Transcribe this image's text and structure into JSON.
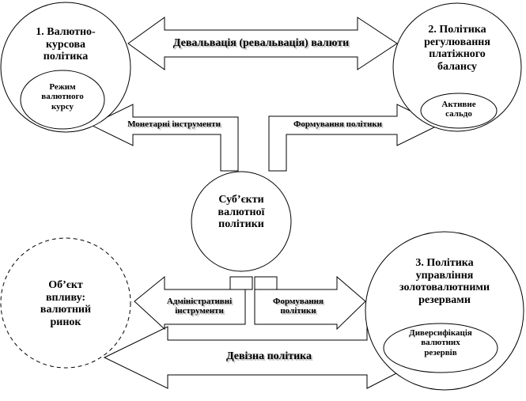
{
  "diagram": {
    "circles": {
      "exchange_rate_policy": {
        "title": "1. Валютно-\nкурсова\nполітика",
        "inner": "Режим\nвалютного\nкурсу"
      },
      "balance_of_payments_policy": {
        "title": "2. Політика\nрегулювання\nплатіжного\nбалансу",
        "inner": "Активне\nсальдо"
      },
      "subjects": {
        "title": "Суб’єкти\nвалютної\nполітики"
      },
      "object_of_influence": {
        "title": "Об’єкт\nвпливу:\nвалютний\nринок"
      },
      "reserves_policy": {
        "title": "3. Політика\nуправління\nзолотовалютними\nрезервами",
        "inner": "Диверсифікація\nвалютних\nрезервів"
      }
    },
    "arrows": {
      "devaluation": "Девальвація (ревальвація) валюти",
      "monetary_tools": "Монетарні інструменти",
      "policy_formulation_top": "Формування політики",
      "administrative_tools": "Адміністративні\nінструменти",
      "policy_formulation_bottom": "Формування\nполітики",
      "currency_policy": "Девізна політика"
    }
  }
}
